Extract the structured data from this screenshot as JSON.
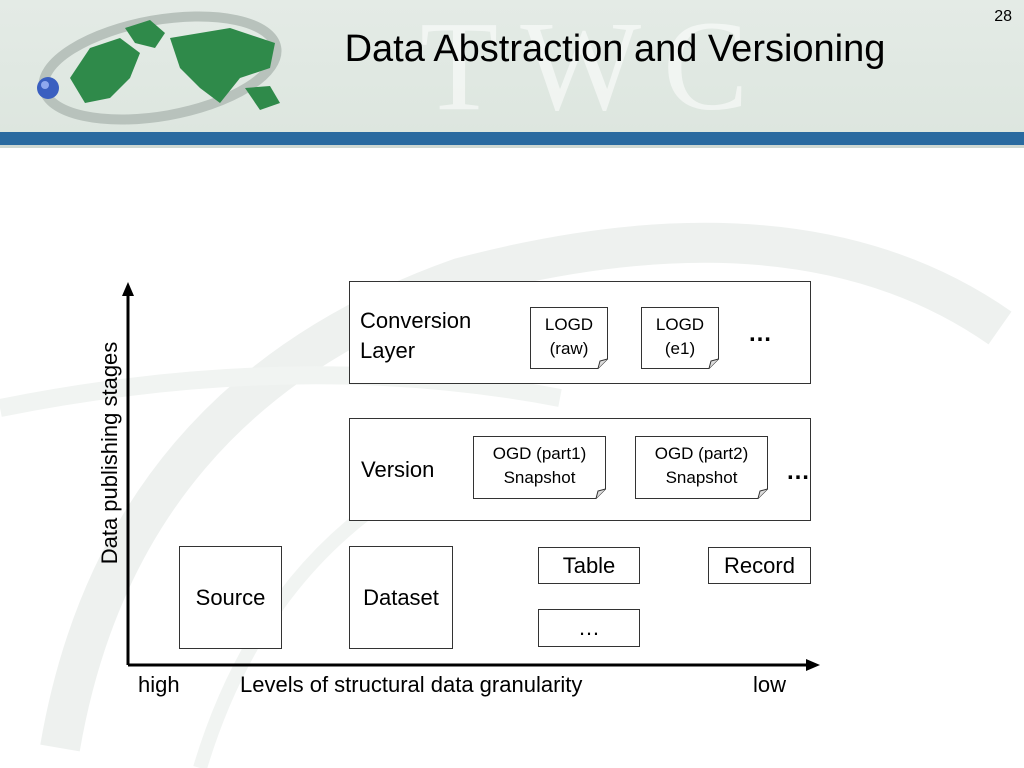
{
  "slide": {
    "title": "Data Abstraction and Versioning",
    "page_number": "28",
    "watermark": "TWC"
  },
  "diagram": {
    "y_axis_label": "Data publishing stages",
    "x_axis_label": "Levels of structural data granularity",
    "x_high": "high",
    "x_low": "low",
    "conversion_layer": {
      "label_line1": "Conversion",
      "label_line2": "Layer",
      "docs": [
        {
          "line1": "LOGD",
          "line2": "(raw)"
        },
        {
          "line1": "LOGD",
          "line2": "(e1)"
        }
      ],
      "ellipsis": "…"
    },
    "version": {
      "label": "Version",
      "docs": [
        {
          "line1": "OGD (part1)",
          "line2": "Snapshot"
        },
        {
          "line1": "OGD (part2)",
          "line2": "Snapshot"
        }
      ],
      "ellipsis": "…"
    },
    "granularity": {
      "source": "Source",
      "dataset": "Dataset",
      "table": "Table",
      "record": "Record",
      "more": "…"
    }
  },
  "colors": {
    "header_bar": "#2a6aa0",
    "globe_blue": "#3a5fc0",
    "continents": "#2f8a4a"
  }
}
